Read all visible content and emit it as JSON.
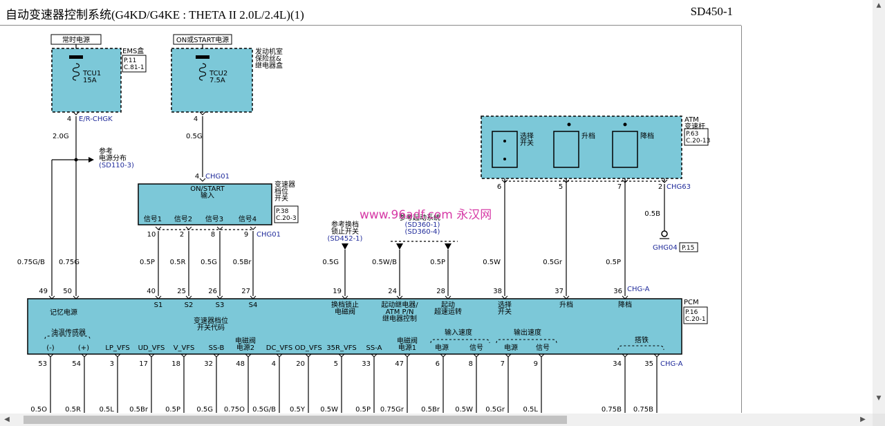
{
  "title": "自动变速器控制系统(G4KD/G4KE : THETA II 2.0L/2.4L)(1)",
  "doc_id": "SD450-1",
  "watermark": "www.96adf.com  永汉网",
  "supplies": [
    {
      "label": "常时电源",
      "fuse_name": "TCU1",
      "fuse_amp": "15A",
      "box": "EMS盒",
      "ref": [
        "P.11",
        "C.81-1"
      ],
      "pin": "4",
      "conn": "E/R-CHGK",
      "wire": "2.0G"
    },
    {
      "label": "ON或START电源",
      "fuse_name": "TCU2",
      "fuse_amp": "7.5A",
      "box": [
        "发动机室",
        "保险丝&",
        "继电器盒"
      ],
      "pin": "4",
      "conn": "CHG01",
      "wire": "0.5G"
    }
  ],
  "power_ref": {
    "lines": [
      "参考",
      "电源分布"
    ],
    "link": "(SD110-3)"
  },
  "tr_switch": {
    "title": [
      "ON/START",
      "输入"
    ],
    "side": [
      "变速器",
      "档位",
      "开关"
    ],
    "ref": [
      "P.38",
      "C.20-3"
    ],
    "signals": [
      {
        "label": "信号1",
        "pin": "10",
        "wire": "0.5P",
        "pcm_pin": "40",
        "pcm_label": "S1"
      },
      {
        "label": "信号2",
        "pin": "2",
        "wire": "0.5R",
        "pcm_pin": "25",
        "pcm_label": "S2"
      },
      {
        "label": "信号3",
        "pin": "8",
        "wire": "0.5G",
        "pcm_pin": "26",
        "pcm_label": "S3"
      },
      {
        "label": "信号4",
        "pin": "9",
        "wire": "0.5Br",
        "pcm_pin": "27",
        "pcm_label": "S4"
      }
    ],
    "conn": "CHG01"
  },
  "memory": {
    "pins": [
      "49",
      "50"
    ],
    "wires": [
      "0.75G/B",
      "0.75G"
    ],
    "label": "记忆电源"
  },
  "interlock": {
    "ref": [
      "参考换档",
      "锁止开关"
    ],
    "link": "(SD452-1)",
    "wire": "0.5G",
    "pin": "19",
    "label": [
      "换档锁止",
      "电磁阀"
    ]
  },
  "starting": {
    "ref": "参考起动系统",
    "links": [
      "(SD360-1)",
      "(SD360-4)"
    ],
    "items": [
      {
        "wire": "0.5W/B",
        "pin": "24",
        "label": [
          "起动继电器/",
          "ATM P/N",
          "继电器控制"
        ]
      },
      {
        "wire": "0.5P",
        "pin": "28",
        "label": [
          "起动",
          "超速运转"
        ]
      }
    ]
  },
  "atm": {
    "title": [
      "ATM",
      "变速杆"
    ],
    "ref": [
      "P.63",
      "C.20-13"
    ],
    "switches": [
      {
        "label": [
          "选择",
          "开关"
        ],
        "pin": "6",
        "wire": "0.5W",
        "pcm_pin": "38",
        "pcm_label": [
          "选择",
          "开关"
        ]
      },
      {
        "label": [
          "升档"
        ],
        "pin": "5",
        "wire": "0.5Gr",
        "pcm_pin": "37",
        "pcm_label": [
          "升档"
        ]
      },
      {
        "label": [
          "降档"
        ],
        "pin": "7",
        "wire": "0.5P",
        "pcm_pin": "36",
        "pcm_label": [
          "降档"
        ]
      }
    ],
    "ground_pin": "2",
    "conn": "CHG63",
    "ground_wire": "0.5B",
    "ground_name": "GHG04",
    "ground_ref": "P.15"
  },
  "pcm": {
    "name": "PCM",
    "ref": [
      "P.16",
      "C.20-1"
    ],
    "top_conn": "CHG-A",
    "bottom_conn": "CHG-A",
    "range_label": [
      "变速器档位",
      "开关代码"
    ],
    "oil_temp": {
      "label": "油温传感器",
      "minus": "(-)",
      "plus": "(+)"
    },
    "solenoid2": [
      "电磁阀",
      "电源2"
    ],
    "solenoid1": [
      "电磁阀",
      "电源1"
    ],
    "input_speed": {
      "label": "输入速度",
      "power": "电源",
      "signal": "信号"
    },
    "output_speed": {
      "label": "输出速度",
      "power": "电源",
      "signal": "信号"
    },
    "ground": "搭铁",
    "bottom_pins": [
      {
        "label": "",
        "pin": "53",
        "wire": "0.5O"
      },
      {
        "label": "",
        "pin": "54",
        "wire": "0.5R"
      },
      {
        "label": "LP_VFS",
        "pin": "3",
        "wire": "0.5L"
      },
      {
        "label": "UD_VFS",
        "pin": "17",
        "wire": "0.5Br"
      },
      {
        "label": "V_VFS",
        "pin": "18",
        "wire": "0.5P"
      },
      {
        "label": "SS-B",
        "pin": "32",
        "wire": "0.5G"
      },
      {
        "label": "",
        "pin": "48",
        "wire": "0.75O"
      },
      {
        "label": "DC_VFS",
        "pin": "4",
        "wire": "0.5G/B"
      },
      {
        "label": "OD_VFS",
        "pin": "20",
        "wire": "0.5Y"
      },
      {
        "label": "35R_VFS",
        "pin": "5",
        "wire": "0.5W"
      },
      {
        "label": "SS-A",
        "pin": "33",
        "wire": "0.5P"
      },
      {
        "label": "",
        "pin": "47",
        "wire": "0.75Gr"
      },
      {
        "label": "",
        "pin": "6",
        "wire": "0.5Br"
      },
      {
        "label": "",
        "pin": "8",
        "wire": "0.5W"
      },
      {
        "label": "",
        "pin": "7",
        "wire": "0.5Gr"
      },
      {
        "label": "",
        "pin": "9",
        "wire": "0.5L"
      },
      {
        "label": "",
        "pin": "34",
        "wire": "0.75B"
      },
      {
        "label": "",
        "pin": "35",
        "wire": "0.75B"
      }
    ]
  },
  "colors": {
    "component_fill": "#7cc8d8",
    "link_blue": "#1f2a9a",
    "watermark": "#d63aa6",
    "line": "#000000"
  }
}
